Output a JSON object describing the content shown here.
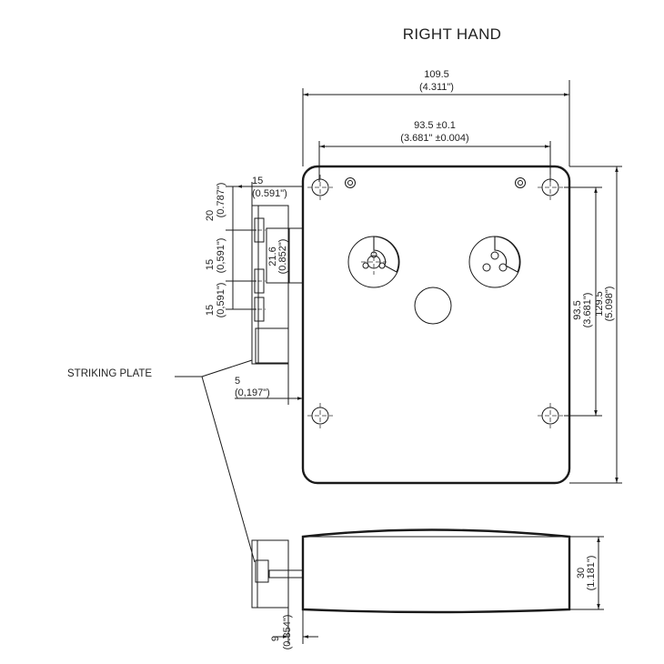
{
  "title": "RIGHT HAND",
  "dimensions": {
    "width_total": "109.5",
    "width_total_in": "(4.311\")",
    "hole_spacing": "93.5 ±0.1",
    "hole_spacing_in": "(3.681\" ±0.004)",
    "plate_width": "15",
    "plate_width_in": "(0.591\")",
    "offset_top": "20",
    "offset_top_in": "(0.787\")",
    "bolt_height": "21.6",
    "bolt_height_in": "(0.852\")",
    "gap_mid": "15",
    "gap_mid_in": "(0,591\")",
    "gap_low": "15",
    "gap_low_in": "(0,591\")",
    "plate_offset": "5",
    "plate_offset_in": "(0,197\")",
    "hole_vertical": "93.5",
    "hole_vertical_in": "(3.681\")",
    "height_total": "129.5",
    "height_total_in": "(5.098\")",
    "depth": "30",
    "depth_in": "(1.181\")",
    "bolt_throw": "9",
    "bolt_throw_in": "(0.354\")"
  },
  "labels": {
    "striking_plate": "STRIKING PLATE"
  }
}
